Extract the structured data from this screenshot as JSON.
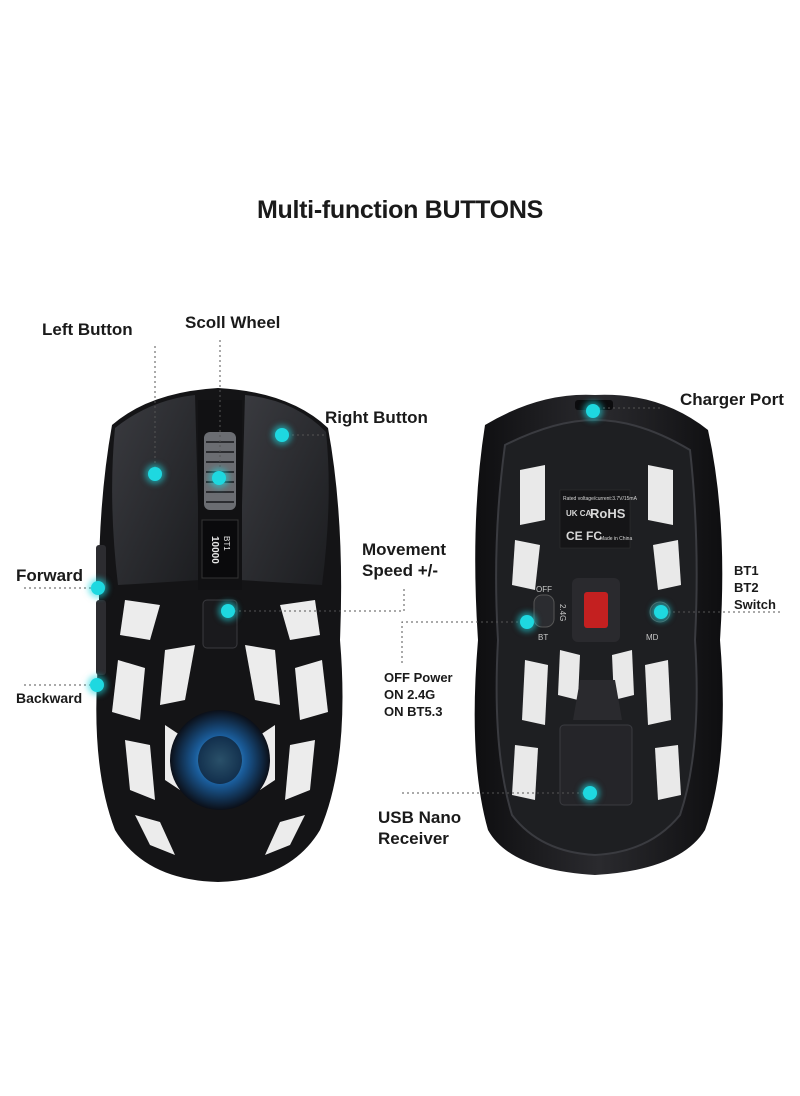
{
  "title": "Multi-function BUTTONS",
  "front_labels": {
    "left_button": "Left Button",
    "scroll_wheel": "Scoll Wheel",
    "right_button": "Right Button",
    "forward": "Forward",
    "backward": "Backward",
    "movement_speed_1": "Movement",
    "movement_speed_2": "Speed +/-"
  },
  "dpi_display": {
    "mode": "BT1",
    "dpi": "10000"
  },
  "back_labels": {
    "charger_port": "Charger Port",
    "bt1": "BT1",
    "bt2": "BT2",
    "switch": "Switch",
    "off_power": "OFF Power",
    "on_24g": "ON 2.4G",
    "on_bt53": "ON BT5.3",
    "usb_nano_1": "USB Nano",
    "usb_nano_2": "Receiver"
  },
  "switch_markings": {
    "off": "OFF",
    "g24": "2.4G",
    "bt": "BT",
    "md": "MD"
  },
  "certification": {
    "rated": "Rated voltage/current:3.7V/15mA",
    "ukca": "UK CA",
    "rohs": "RoHS",
    "ce_fc": "CE FC",
    "made_in": "Made in China"
  },
  "colors": {
    "accent": "#1ed8e0",
    "mouse_body": "#1c1c1e",
    "text": "#1a1a1a"
  }
}
